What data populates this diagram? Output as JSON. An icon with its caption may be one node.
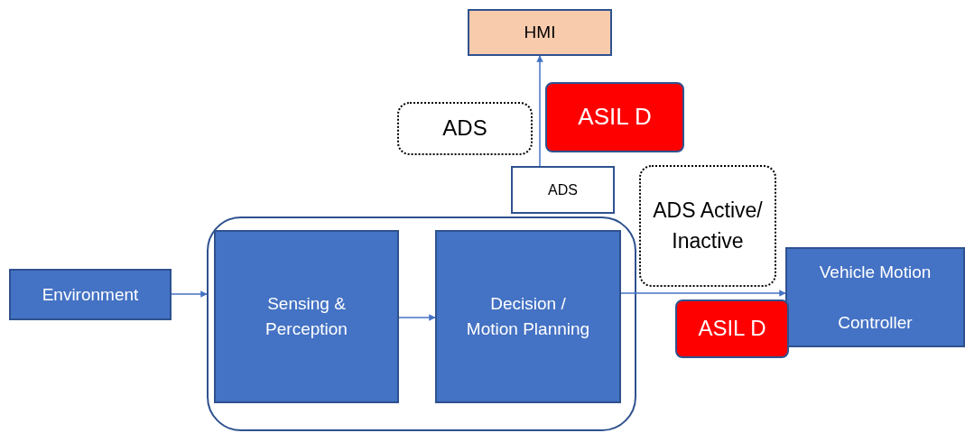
{
  "diagram": {
    "nodes": [
      {
        "text": [
          "HMI"
        ]
      },
      {
        "text": [
          "ADS"
        ]
      },
      {
        "text": [
          "ASIL D"
        ]
      },
      {
        "text": [],
        "shape": "box"
      },
      {
        "text": [
          "ADS"
        ]
      },
      {
        "text": [
          "ADS Active/ Inactive"
        ]
      },
      {
        "text": [
          "Environment"
        ]
      },
      {
        "text": [
          "Sensing & Perception"
        ],
        "in": 3
      },
      {
        "text": [
          "Decision / Motion Planning"
        ],
        "in": 3
      },
      {
        "text": [
          "Vehicle Motion Controller"
        ]
      },
      {
        "text": [
          "ASIL D"
        ]
      }
    ],
    "edges": [
      {
        "from": 6,
        "to": 3,
        "arrow": "to"
      },
      {
        "from": 7,
        "to": 8,
        "arrow": "to"
      },
      {
        "from": 8,
        "to": 9,
        "arrow": "to"
      },
      {
        "from": 4,
        "to": 0,
        "arrow": "to"
      }
    ]
  }
}
